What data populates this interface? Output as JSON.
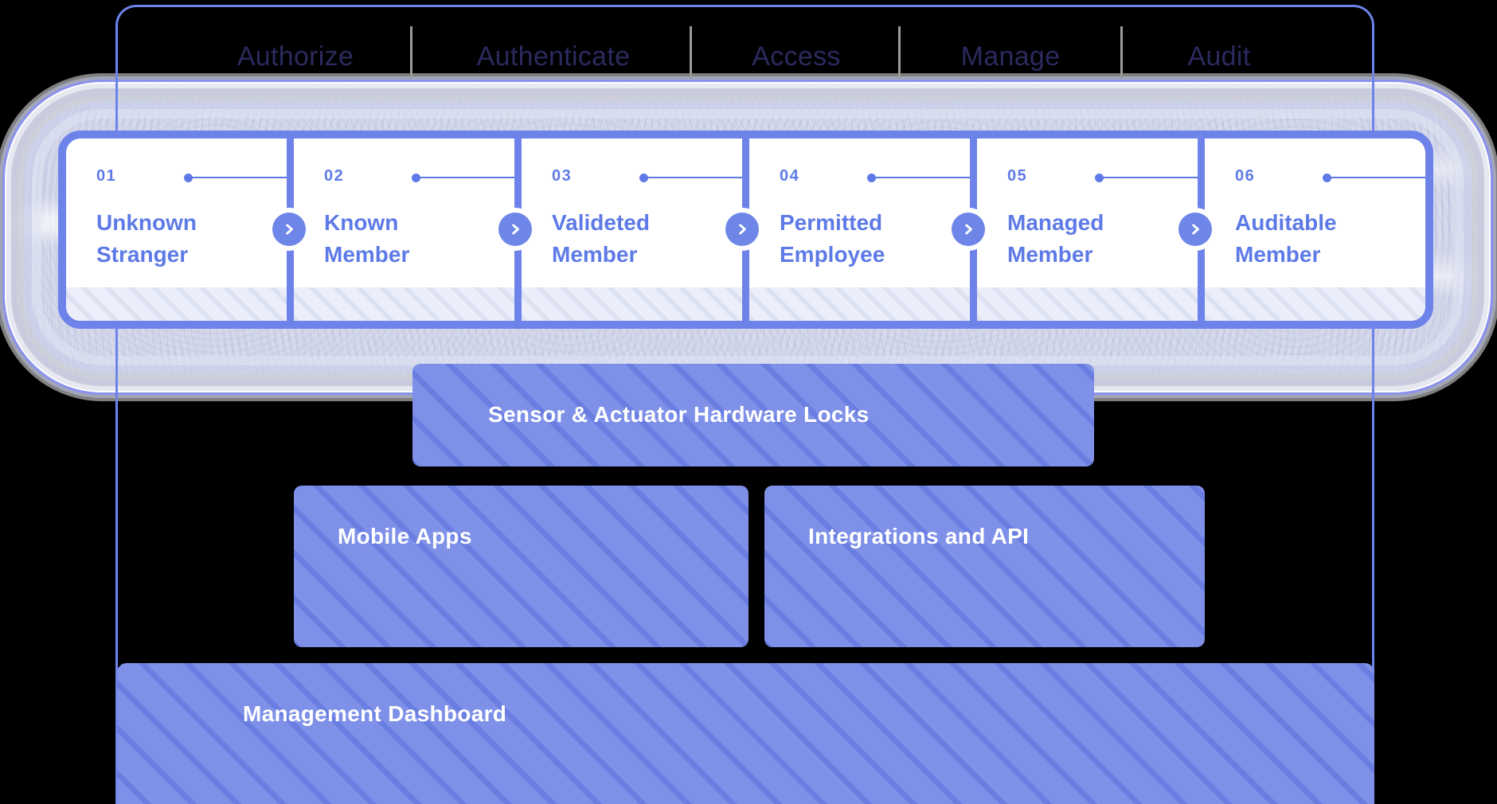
{
  "tabs": {
    "items": [
      {
        "label": "Authorize"
      },
      {
        "label": "Authenticate"
      },
      {
        "label": "Access"
      },
      {
        "label": "Manage"
      },
      {
        "label": "Audit"
      }
    ]
  },
  "steps": {
    "items": [
      {
        "number": "01",
        "title_line1": "Unknown",
        "title_line2": "Stranger"
      },
      {
        "number": "02",
        "title_line1": "Known",
        "title_line2": "Member"
      },
      {
        "number": "03",
        "title_line1": "Valideted",
        "title_line2": "Member"
      },
      {
        "number": "04",
        "title_line1": "Permitted",
        "title_line2": "Employee"
      },
      {
        "number": "05",
        "title_line1": "Managed",
        "title_line2": "Member"
      },
      {
        "number": "06",
        "title_line1": "Auditable",
        "title_line2": "Member"
      }
    ]
  },
  "boxes": {
    "sensor": {
      "label": "Sensor & Actuator Hardware Locks"
    },
    "mobile": {
      "label": "Mobile Apps"
    },
    "integrations": {
      "label": "Integrations and API"
    },
    "management": {
      "label": "Management Dashboard"
    }
  },
  "icons": {
    "step_connector": "chevron-right-icon"
  },
  "colors": {
    "accent_blue": "#6e83ea",
    "step_text_blue": "#5d7ae6",
    "tab_text_navy": "#2b2a5e",
    "box_fill": "#7e90e8",
    "box_stripe": "#6a7ee2",
    "band_fill": "#d6daeb",
    "divider_gray": "#9b9b9b",
    "card_white": "#ffffff",
    "background": "#000000"
  }
}
